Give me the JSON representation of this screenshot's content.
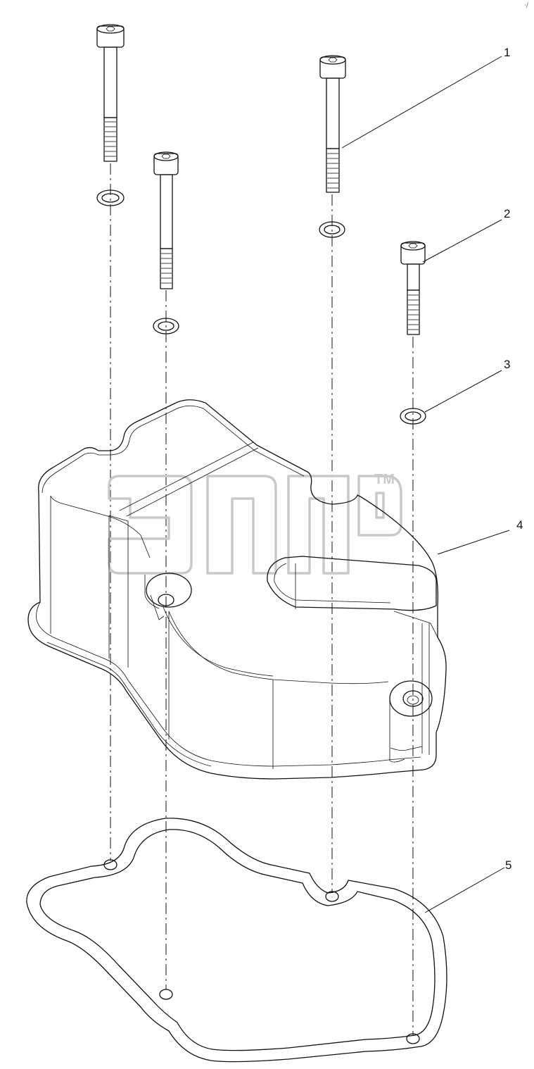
{
  "callouts": [
    {
      "id": "bolt-long",
      "label": "1"
    },
    {
      "id": "bolt-short",
      "label": "2"
    },
    {
      "id": "washer",
      "label": "3"
    },
    {
      "id": "cover",
      "label": "4"
    },
    {
      "id": "gasket",
      "label": "5"
    }
  ],
  "watermark": {
    "trademark": "TM"
  },
  "corner_mark": "·∕"
}
